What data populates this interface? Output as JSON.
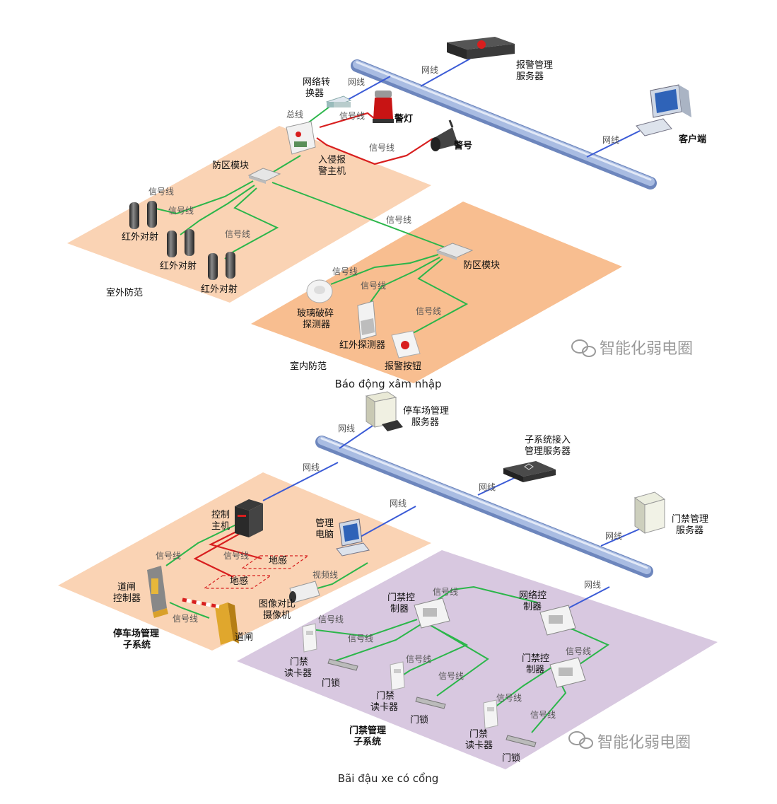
{
  "intrusion": {
    "server": [
      "报警管理",
      "服务器"
    ],
    "converter": [
      "网络转",
      "换器"
    ],
    "client": "客户端",
    "lamp": "警灯",
    "horn": "警号",
    "host": [
      "入侵报",
      "警主机"
    ],
    "zone_module_1": "防区模块",
    "zone_module_2": "防区模块",
    "ir_beam": "红外对射",
    "outdoor_area": "室外防范",
    "indoor_area": "室内防范",
    "glass_break": [
      "玻璃破碎",
      "探测器"
    ],
    "ir_detector": "红外探测器",
    "panic_button": "报警按钮",
    "labels": {
      "net": "网线",
      "bus": "总线",
      "signal": "信号线"
    },
    "caption": "Báo động xâm nhập"
  },
  "parking": {
    "parking_server": [
      "停车场管理",
      "服务器"
    ],
    "subsystem_server": [
      "子系统接入",
      "管理服务器"
    ],
    "access_server": [
      "门禁管理",
      "服务器"
    ],
    "control_host": [
      "控制",
      "主机"
    ],
    "mgmt_pc": [
      "管理",
      "电脑"
    ],
    "ground_sensor": "地感",
    "video_label": "视频线",
    "camera": [
      "图像对比",
      "摄像机"
    ],
    "gate_controller": [
      "道闸",
      "控制器"
    ],
    "barrier": "道闸",
    "parking_subsystem": [
      "停车场管理",
      "子系统"
    ],
    "access_controller": [
      "门禁控",
      "制器"
    ],
    "net_controller": [
      "网络控",
      "制器"
    ],
    "reader": [
      "门禁",
      "读卡器"
    ],
    "lock": "门锁",
    "access_subsystem": [
      "门禁管理",
      "子系统"
    ],
    "caption": "Bãi đậu xe có cổng"
  },
  "watermark": "智能化弱电圈",
  "colors": {
    "orange_zone": "#fad3b4",
    "orange_zone_dark": "#f7b784",
    "purple_zone": "#d8c8e0",
    "net_line": "#3b5bd6",
    "signal_line": "#2bb64a",
    "alarm_line": "#d81e1e",
    "backbone": "#9fb3dd"
  }
}
